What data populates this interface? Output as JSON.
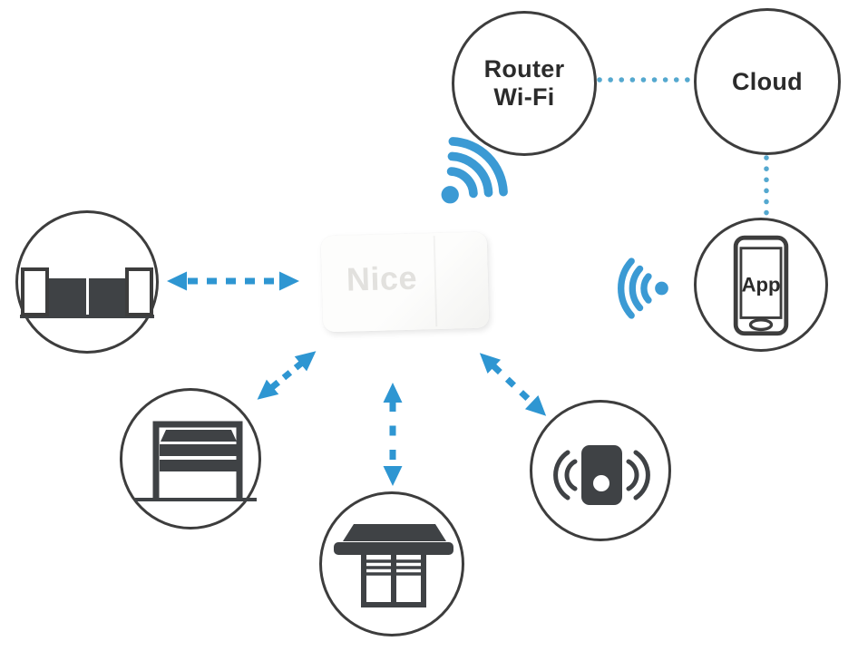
{
  "hub": {
    "label": "Nice",
    "device": "nice-gateway-hub"
  },
  "nodes": {
    "router": {
      "line1": "Router",
      "line2": "Wi-Fi"
    },
    "cloud": {
      "label": "Cloud"
    },
    "app": {
      "label": "App",
      "icon": "smartphone-icon"
    },
    "gate": {
      "icon": "sliding-gate-icon"
    },
    "sectional": {
      "icon": "sectional-garage-door-icon"
    },
    "awning": {
      "icon": "awning-shutter-icon"
    },
    "siren": {
      "icon": "alarm-siren-icon"
    }
  },
  "connections": [
    {
      "from": "hub",
      "to": "router",
      "type": "wifi-signal"
    },
    {
      "from": "router",
      "to": "cloud",
      "type": "dotted-line"
    },
    {
      "from": "cloud",
      "to": "app",
      "type": "dotted-line"
    },
    {
      "from": "app",
      "to": "hub",
      "type": "wifi-signal"
    },
    {
      "from": "hub",
      "to": "gate",
      "type": "dashed-double-arrow"
    },
    {
      "from": "hub",
      "to": "sectional",
      "type": "dashed-double-arrow"
    },
    {
      "from": "hub",
      "to": "awning",
      "type": "dashed-double-arrow"
    },
    {
      "from": "hub",
      "to": "siren",
      "type": "dashed-double-arrow"
    }
  ],
  "palette": {
    "arrow_blue": "#2E96D2",
    "wifi_blue": "#3B9AD4",
    "dotted_blue": "#54A8CF",
    "circle_stroke": "#3D3D3D",
    "icon_dark": "#3F4245",
    "label_color": "#2B2B2B",
    "nice_text": "#E2E1DE"
  }
}
